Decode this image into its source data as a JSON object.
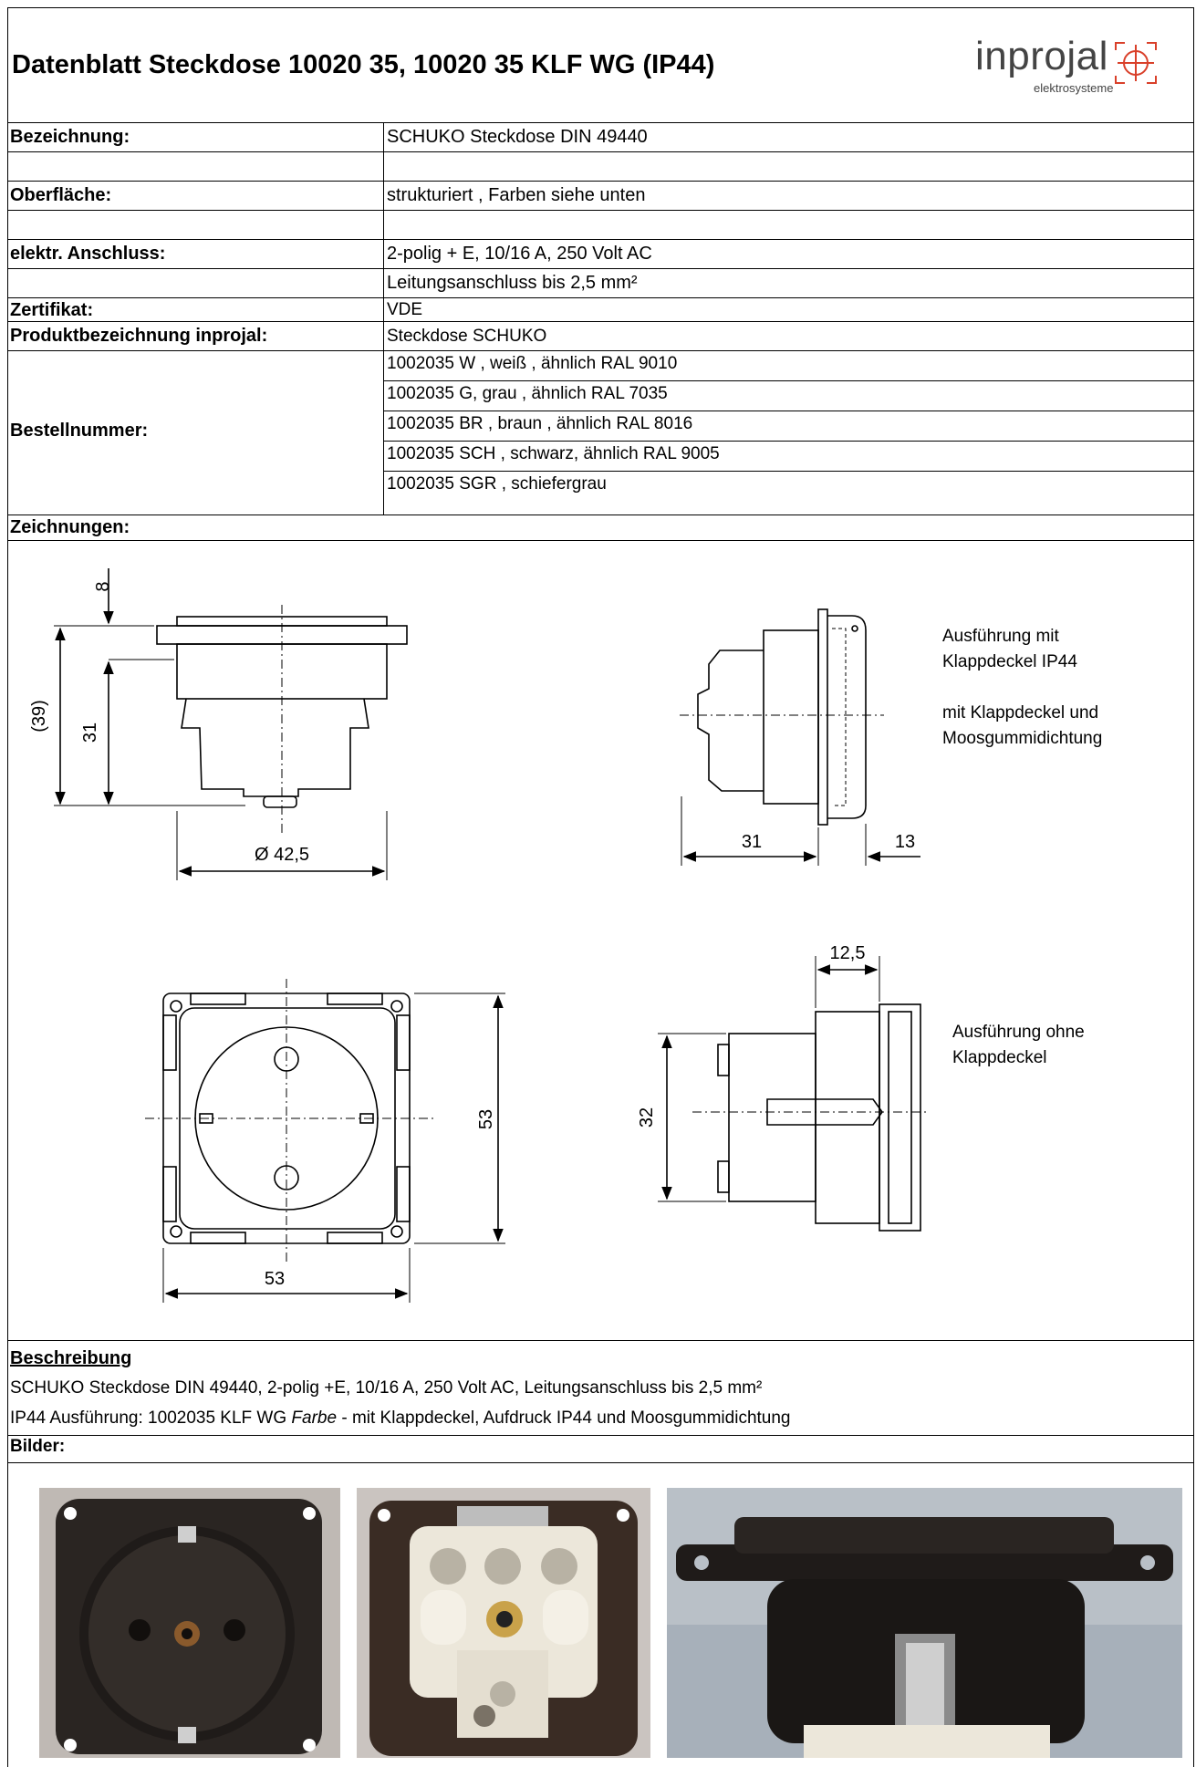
{
  "header": {
    "title": "Datenblatt Steckdose 10020 35, 10020 35 KLF WG (IP44)",
    "logo_name": "inprojal",
    "logo_sub": "elektrosysteme"
  },
  "specs": {
    "bezeichnung": {
      "label": "Bezeichnung:",
      "value": "SCHUKO Steckdose DIN 49440"
    },
    "oberflaeche": {
      "label": "Oberfläche:",
      "value": "strukturiert , Farben siehe unten"
    },
    "anschluss": {
      "label": "elektr. Anschluss:",
      "value": "2-polig + E, 10/16 A, 250 Volt AC",
      "value2": "Leitungsanschluss bis 2,5 mm²"
    },
    "zertifikat": {
      "label": "Zertifikat:",
      "value": "VDE"
    },
    "produkt": {
      "label": "Produktbezeichnung inprojal:",
      "value": "Steckdose SCHUKO"
    },
    "bestellnummer": {
      "label": "Bestellnummer:",
      "items": [
        "1002035 W , weiß ,  ähnlich RAL 9010",
        "1002035 G, grau , ähnlich RAL 7035",
        "1002035 BR , braun , ähnlich RAL 8016",
        "1002035 SCH , schwarz, ähnlich RAL 9005",
        "1002035 SGR , schiefergrau"
      ]
    }
  },
  "drawings": {
    "heading": "Zeichnungen:",
    "dims": {
      "d8": "8",
      "d39": "(39)",
      "d31": "31",
      "d425": "Ø 42,5",
      "s31": "31",
      "s13": "13",
      "f53v": "53",
      "f53h": "53",
      "r125": "12,5",
      "r32": "32"
    },
    "note1": [
      "Ausführung mit",
      "Klappdeckel IP44",
      "",
      "mit Klappdeckel und",
      "Moosgummidichtung"
    ],
    "note2": [
      "Ausführung ohne",
      "Klappdeckel"
    ]
  },
  "description": {
    "heading": "Beschreibung",
    "line1": "SCHUKO Steckdose DIN 49440, 2-polig +E, 10/16 A, 250 Volt AC, Leitungsanschluss bis 2,5 mm²",
    "line2_a": "IP44 Ausführung: 1002035 KLF WG ",
    "line2_italic": "Farbe",
    "line2_b": " -  mit Klappdeckel, Aufdruck IP44 und Moosgummidichtung"
  },
  "pictures": {
    "heading": "Bilder:"
  },
  "colors": {
    "logo_red": "#d9402a",
    "logo_grey": "#444444",
    "socket_dark": "#2a2522",
    "insert_ivory": "#ece7da"
  }
}
